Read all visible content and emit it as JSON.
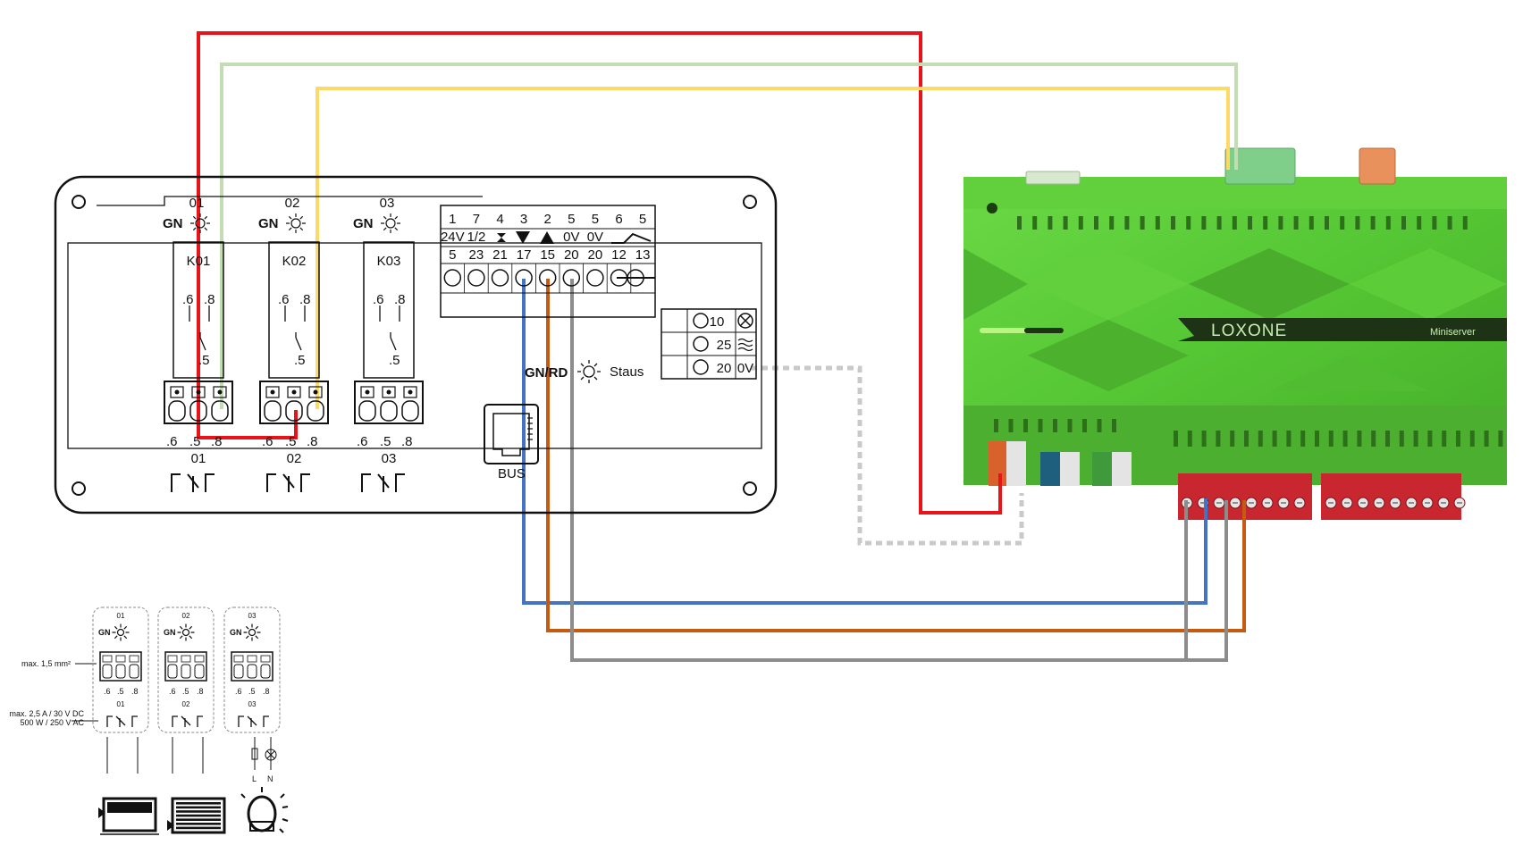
{
  "relay_module": {
    "relays": [
      {
        "num": "01",
        "led": "GN",
        "name": "K01",
        "contacts": [
          ".6",
          ".5",
          ".8"
        ]
      },
      {
        "num": "02",
        "led": "GN",
        "name": "K02",
        "contacts": [
          ".6",
          ".5",
          ".8"
        ]
      },
      {
        "num": "03",
        "led": "GN",
        "name": "K03",
        "contacts": [
          ".6",
          ".5",
          ".8"
        ]
      }
    ],
    "terminal_top": [
      "1",
      "7",
      "4",
      "3",
      "2",
      "5",
      "5",
      "6",
      "5"
    ],
    "terminal_mid": [
      "24V",
      "1/2",
      "",
      "",
      "",
      "0V",
      "0V",
      "",
      ""
    ],
    "terminal_bot": [
      "5",
      "23",
      "21",
      "17",
      "15",
      "20",
      "20",
      "12",
      "13"
    ],
    "side_terminals": [
      "10",
      "25",
      "20",
      "0V"
    ],
    "status_led": "GN/RD",
    "status_label": "Staus",
    "bus_label": "BUS"
  },
  "miniserver": {
    "brand": "LOXONE",
    "model": "Miniserver",
    "body_color": "#5fd13b",
    "dark_color": "#2e6f1c"
  },
  "wires": {
    "red": "#e8141a",
    "light_green": "#c3dcb4",
    "yellow": "#ffd966",
    "blue": "#4472c4",
    "orange": "#c55a11",
    "gray": "#8c8c8c",
    "dotted": "#c9c9c9"
  },
  "legend": {
    "wire_note": "max. 1,5 mm²",
    "load_note_1": "max. 2,5 A / 30 V DC",
    "load_note_2": "500 W / 250 V AC",
    "relays": [
      {
        "num": "01",
        "led": "GN",
        "contacts": [
          ".6",
          ".5",
          ".8"
        ],
        "sub": "01"
      },
      {
        "num": "02",
        "led": "GN",
        "contacts": [
          ".6",
          ".5",
          ".8"
        ],
        "sub": "02"
      },
      {
        "num": "03",
        "led": "GN",
        "contacts": [
          ".6",
          ".5",
          ".8"
        ],
        "sub": "03"
      }
    ],
    "l_label": "L",
    "n_label": "N"
  }
}
